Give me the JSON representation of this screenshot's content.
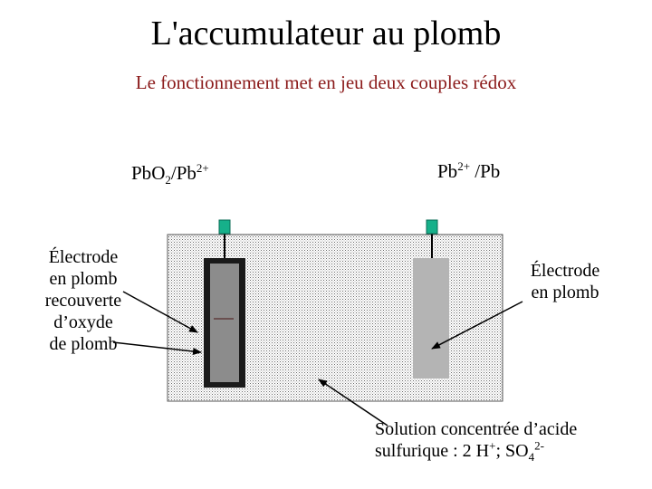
{
  "title": "L'accumulateur au plomb",
  "subtitle": "Le fonctionnement met en jeu deux couples rédox",
  "couples": {
    "left": {
      "a": "Pb",
      "b": "O",
      "c": "2",
      "d": "/Pb",
      "e": "2+"
    },
    "right": {
      "a": "Pb",
      "b": "2+",
      "c": " /Pb"
    }
  },
  "labels": {
    "left_electrode": [
      "Électrode",
      "en plomb",
      "recouverte",
      "d’oxyde",
      "de plomb"
    ],
    "right_electrode": [
      "Électrode",
      "en plomb"
    ],
    "solution": {
      "line1": "Solution concentrée d’acide",
      "line2a": "sulfurique  : 2 H",
      "line2b": "+",
      "line2c": "; SO",
      "line2d": "4",
      "line2e": "2-"
    }
  },
  "colors": {
    "subtitle": "#8b1a1a",
    "terminal": "#16b08a",
    "electrode_left_frame": "#1a1a1a",
    "electrode_left_fill": "#8c8c8c",
    "electrode_right_fill": "#b4b4b4"
  }
}
